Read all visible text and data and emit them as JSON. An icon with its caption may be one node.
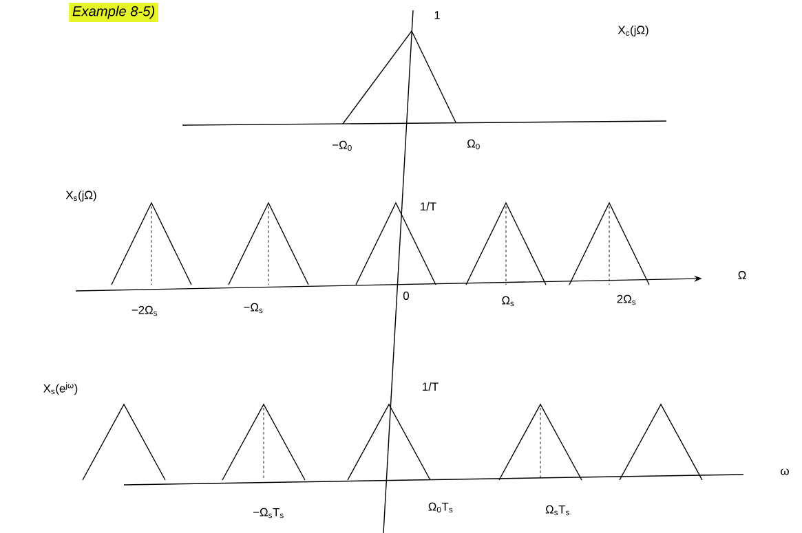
{
  "diagram": {
    "title": "Example 8-5)",
    "labels": [
      "1",
      "X$_{c}$(jΩ)",
      "−Ω$_{0}$",
      "Ω$_{0}$",
      "X$_{s}$(jΩ)",
      "1/T",
      "−2Ω$_{s}$",
      "−Ω$_{s}$",
      "0",
      "Ω$_{s}$",
      "2Ω$_{s}$",
      "Ω",
      "X$_{s}$(e$^{jω}$)",
      "1/T",
      "ω",
      "−Ω$_{s}$T$_{s}$",
      "Ω$_{0}$T$_{s}$",
      "Ω$_{s}$T$_{s}$"
    ]
  }
}
